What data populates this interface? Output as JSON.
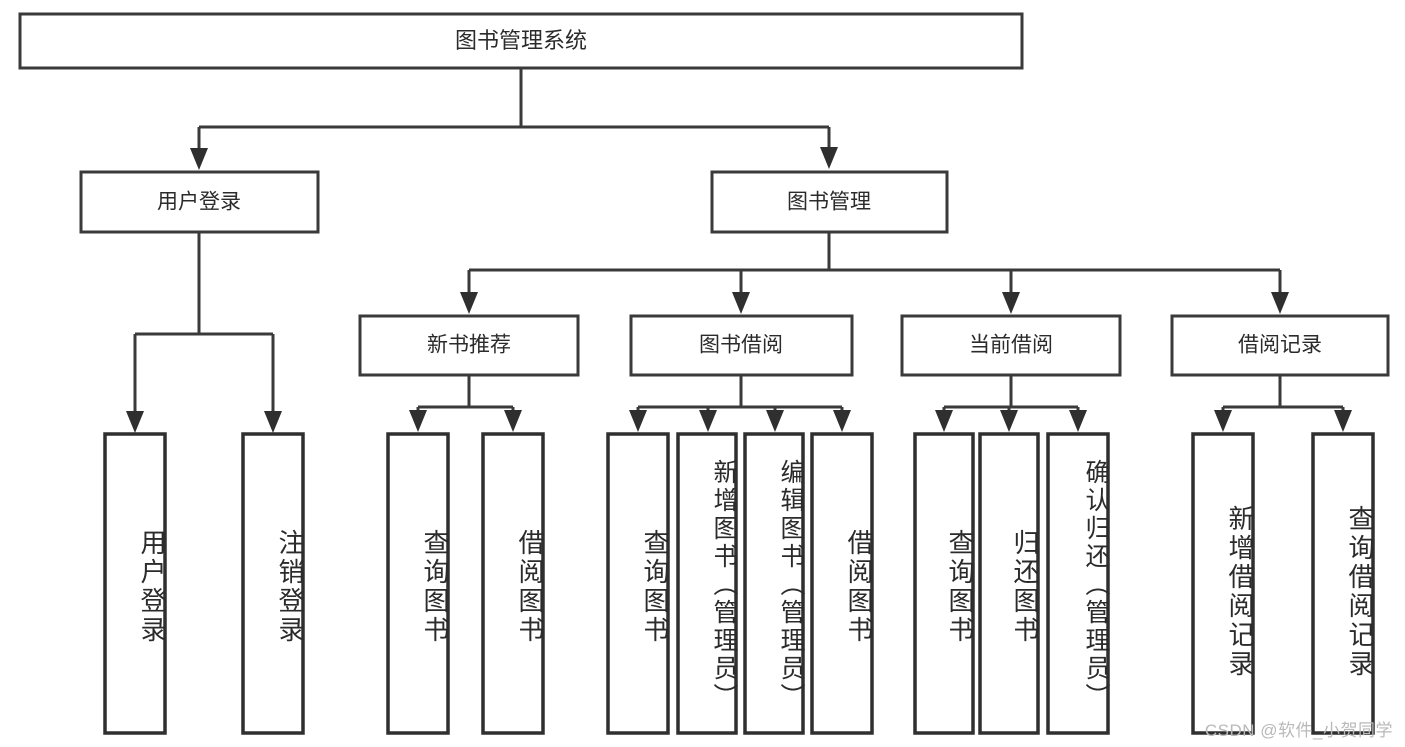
{
  "diagram": {
    "type": "tree-hierarchy-chart",
    "title": "图书管理系统",
    "watermark": "CSDN @软件_小贺同学",
    "colors": {
      "background": "#ffffff",
      "box_stroke": "#3a3a3a",
      "connector": "#3a3a3a",
      "text": "#2b2b2b",
      "watermark": "#b9b9b9"
    },
    "levels": {
      "root": {
        "label": "图书管理系统"
      },
      "level2": [
        {
          "id": "user-login",
          "label": "用户登录"
        },
        {
          "id": "book-management",
          "label": "图书管理"
        }
      ],
      "level3": [
        {
          "id": "new-book-recommend",
          "label": "新书推荐",
          "parent": "book-management"
        },
        {
          "id": "book-borrow",
          "label": "图书借阅",
          "parent": "book-management"
        },
        {
          "id": "current-borrow",
          "label": "当前借阅",
          "parent": "book-management"
        },
        {
          "id": "borrow-record",
          "label": "借阅记录",
          "parent": "book-management"
        }
      ],
      "leaves": [
        {
          "id": "leaf-user-login",
          "label": "用户登录",
          "parent": "user-login"
        },
        {
          "id": "leaf-logout",
          "label": "注销登录",
          "parent": "user-login"
        },
        {
          "id": "leaf-query-book-1",
          "label": "查询图书",
          "parent": "new-book-recommend"
        },
        {
          "id": "leaf-borrow-book-1",
          "label": "借阅图书",
          "parent": "new-book-recommend"
        },
        {
          "id": "leaf-query-book-2",
          "label": "查询图书",
          "parent": "book-borrow"
        },
        {
          "id": "leaf-add-book",
          "label": "新增图书（管理员）",
          "parent": "book-borrow"
        },
        {
          "id": "leaf-edit-book",
          "label": "编辑图书（管理员）",
          "parent": "book-borrow"
        },
        {
          "id": "leaf-borrow-book-2",
          "label": "借阅图书",
          "parent": "book-borrow"
        },
        {
          "id": "leaf-query-book-3",
          "label": "查询图书",
          "parent": "current-borrow"
        },
        {
          "id": "leaf-return-book",
          "label": "归还图书",
          "parent": "current-borrow"
        },
        {
          "id": "leaf-confirm-return",
          "label": "确认归还（管理员）",
          "parent": "current-borrow"
        },
        {
          "id": "leaf-add-record",
          "label": "新增借阅记录",
          "parent": "borrow-record"
        },
        {
          "id": "leaf-query-record",
          "label": "查询借阅记录",
          "parent": "borrow-record"
        }
      ]
    }
  }
}
